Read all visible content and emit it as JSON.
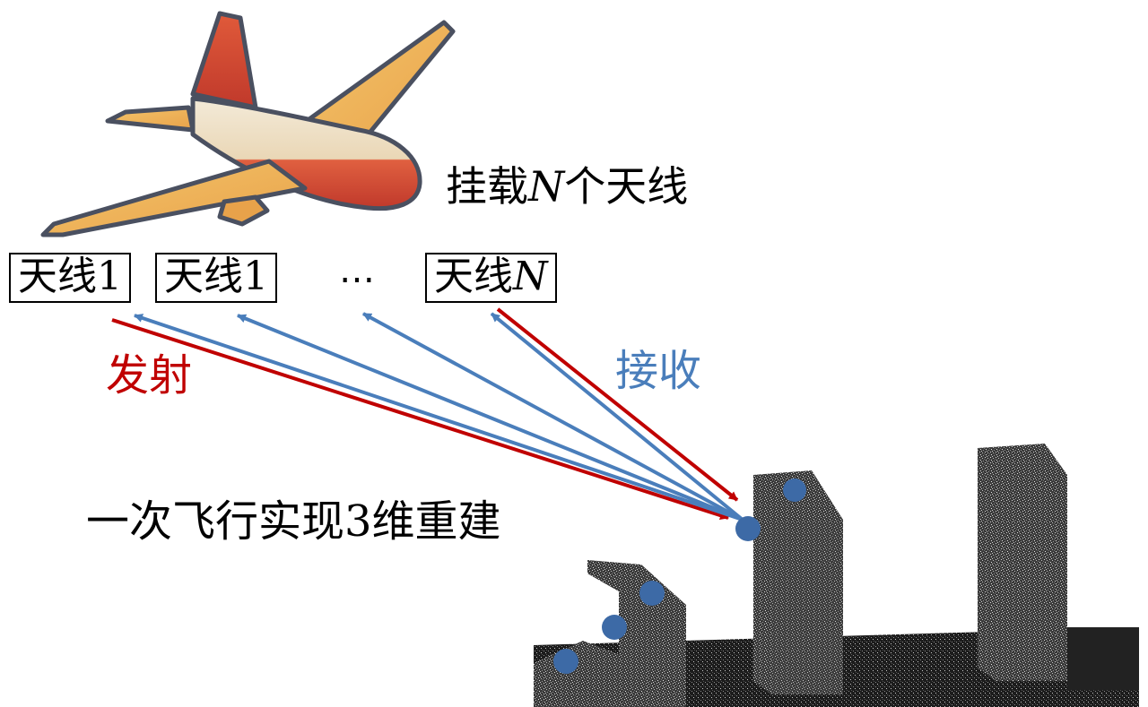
{
  "mount_label": {
    "prefix": "挂载",
    "var": "N",
    "suffix": "个天线"
  },
  "antennas": [
    {
      "label": "天线",
      "index": "1"
    },
    {
      "label": "天线",
      "index": "1"
    },
    {
      "label": "天线",
      "index": "N",
      "italic": true
    }
  ],
  "ellipsis": "⋯",
  "transmit_label": "发射",
  "receive_label": "接收",
  "caption": "一次飞行实现3维重建",
  "colors": {
    "transmit": "#c00000",
    "receive": "#4a7ebb",
    "scatter_point": "#3d6aa6",
    "text": "#000000"
  },
  "icons": [
    "airplane-icon",
    "city-buildings-image"
  ]
}
